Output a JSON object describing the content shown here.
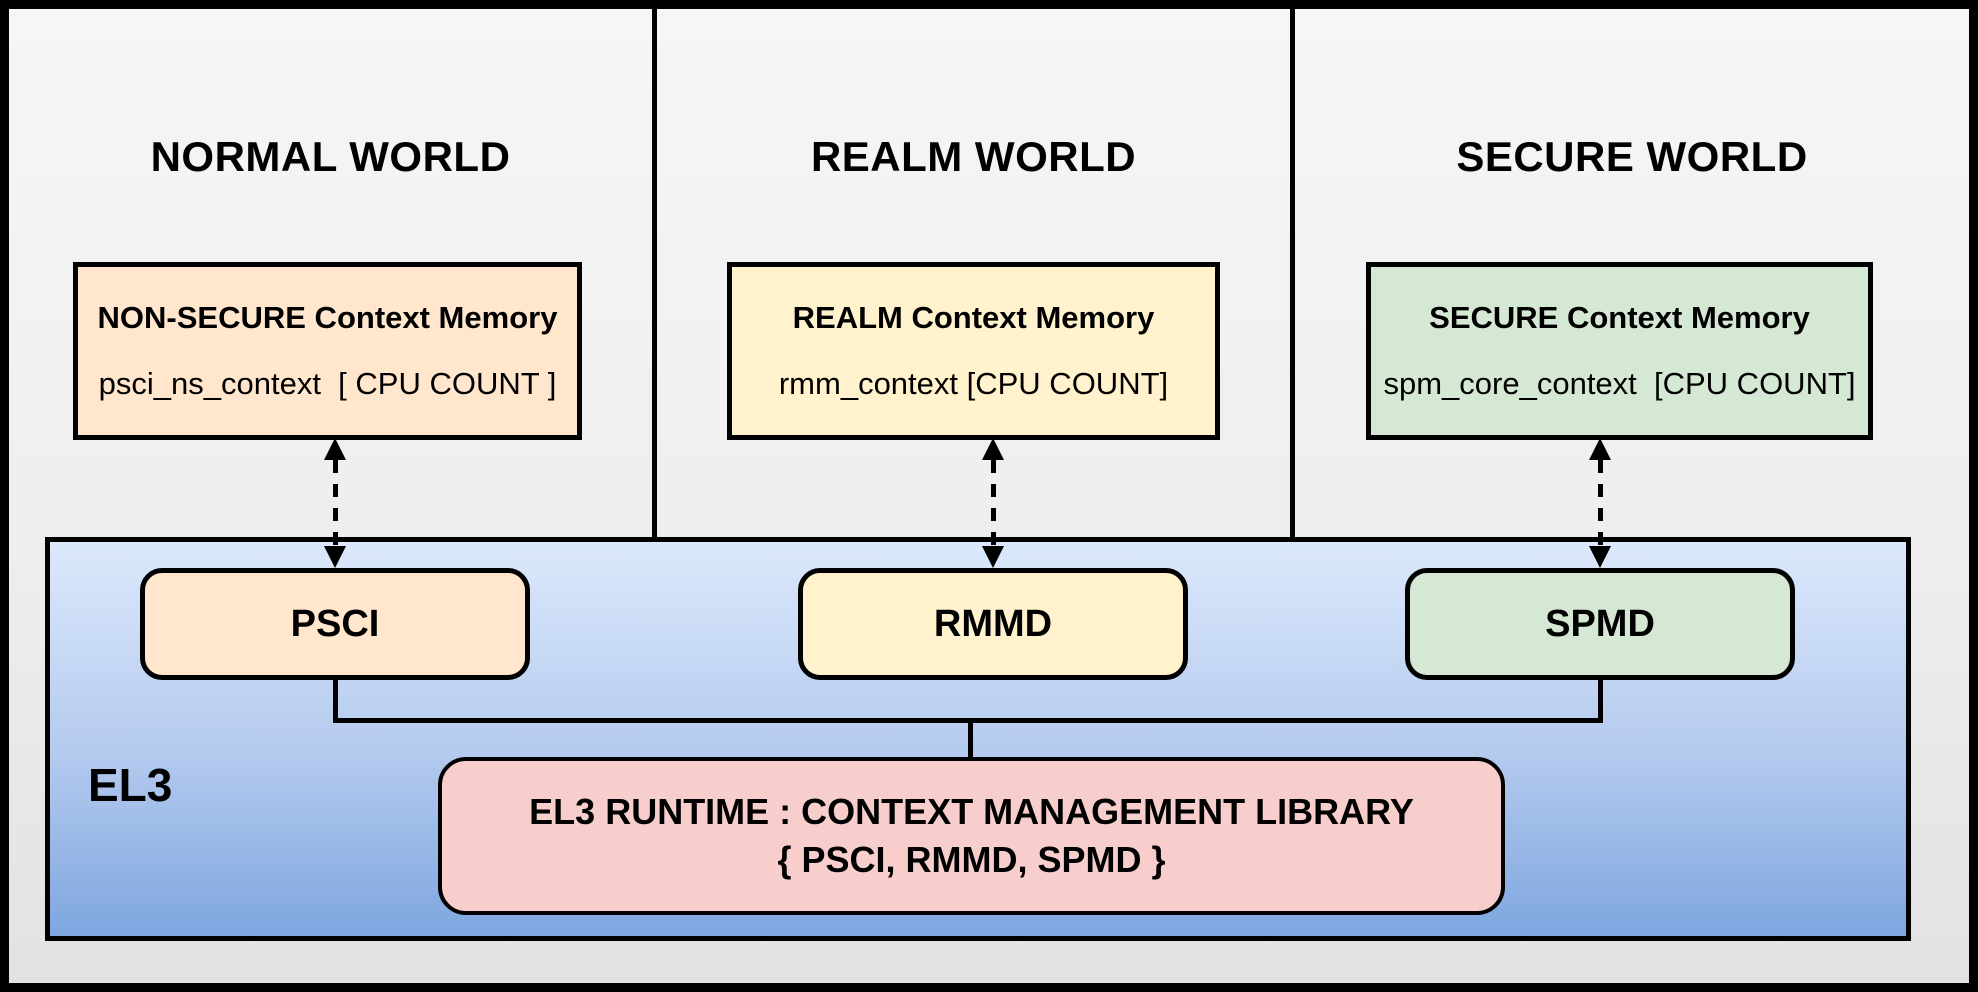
{
  "diagram": {
    "worlds": [
      {
        "title": "NORMAL WORLD",
        "memory_title": "NON-SECURE Context Memory",
        "memory_code": "psci_ns_context  [ CPU COUNT ]",
        "component": "PSCI",
        "color": "#ffe6cc"
      },
      {
        "title": "REALM WORLD",
        "memory_title": "REALM Context Memory",
        "memory_code": "rmm_context [CPU COUNT]",
        "component": "RMMD",
        "color": "#fff2cc"
      },
      {
        "title": "SECURE WORLD",
        "memory_title": "SECURE Context Memory",
        "memory_code": "spm_core_context  [CPU COUNT]",
        "component": "SPMD",
        "color": "#d5e8d4"
      }
    ],
    "el3": {
      "label": "EL3",
      "runtime_title": "EL3 RUNTIME : CONTEXT MANAGEMENT LIBRARY",
      "runtime_subtitle": "{ PSCI, RMMD, SPMD }",
      "runtime_color": "#f8cecc",
      "gradient_top": "#dce9fc",
      "gradient_bottom": "#7ea6e0"
    },
    "canvas": {
      "background": "#efefef",
      "border_color": "#000000",
      "line_color": "#000000"
    }
  }
}
